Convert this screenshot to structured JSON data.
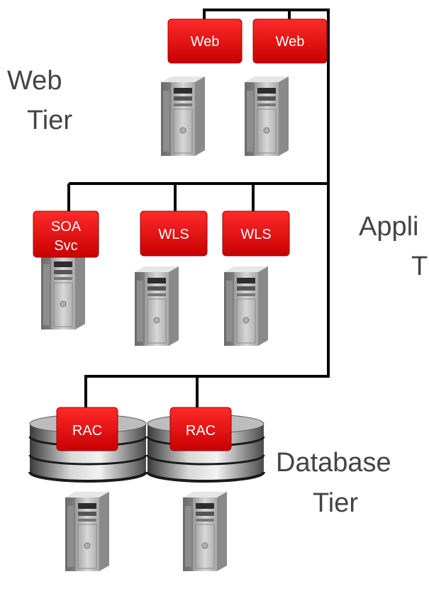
{
  "tiers": {
    "web": {
      "line1": "Web",
      "line2": "Tier"
    },
    "application": {
      "line1": "Appli",
      "line2": "T"
    },
    "database": {
      "line1": "Database",
      "line2": "Tier"
    }
  },
  "nodes": {
    "web_1": "Web",
    "web_2": "Web",
    "soa_line1": "SOA",
    "soa_line2": "Svc",
    "wls_1": "WLS",
    "wls_2": "WLS",
    "rac_1": "RAC",
    "rac_2": "RAC"
  },
  "colors": {
    "node_red": "#e20f12",
    "line": "#000000",
    "label_text": "#444444"
  }
}
